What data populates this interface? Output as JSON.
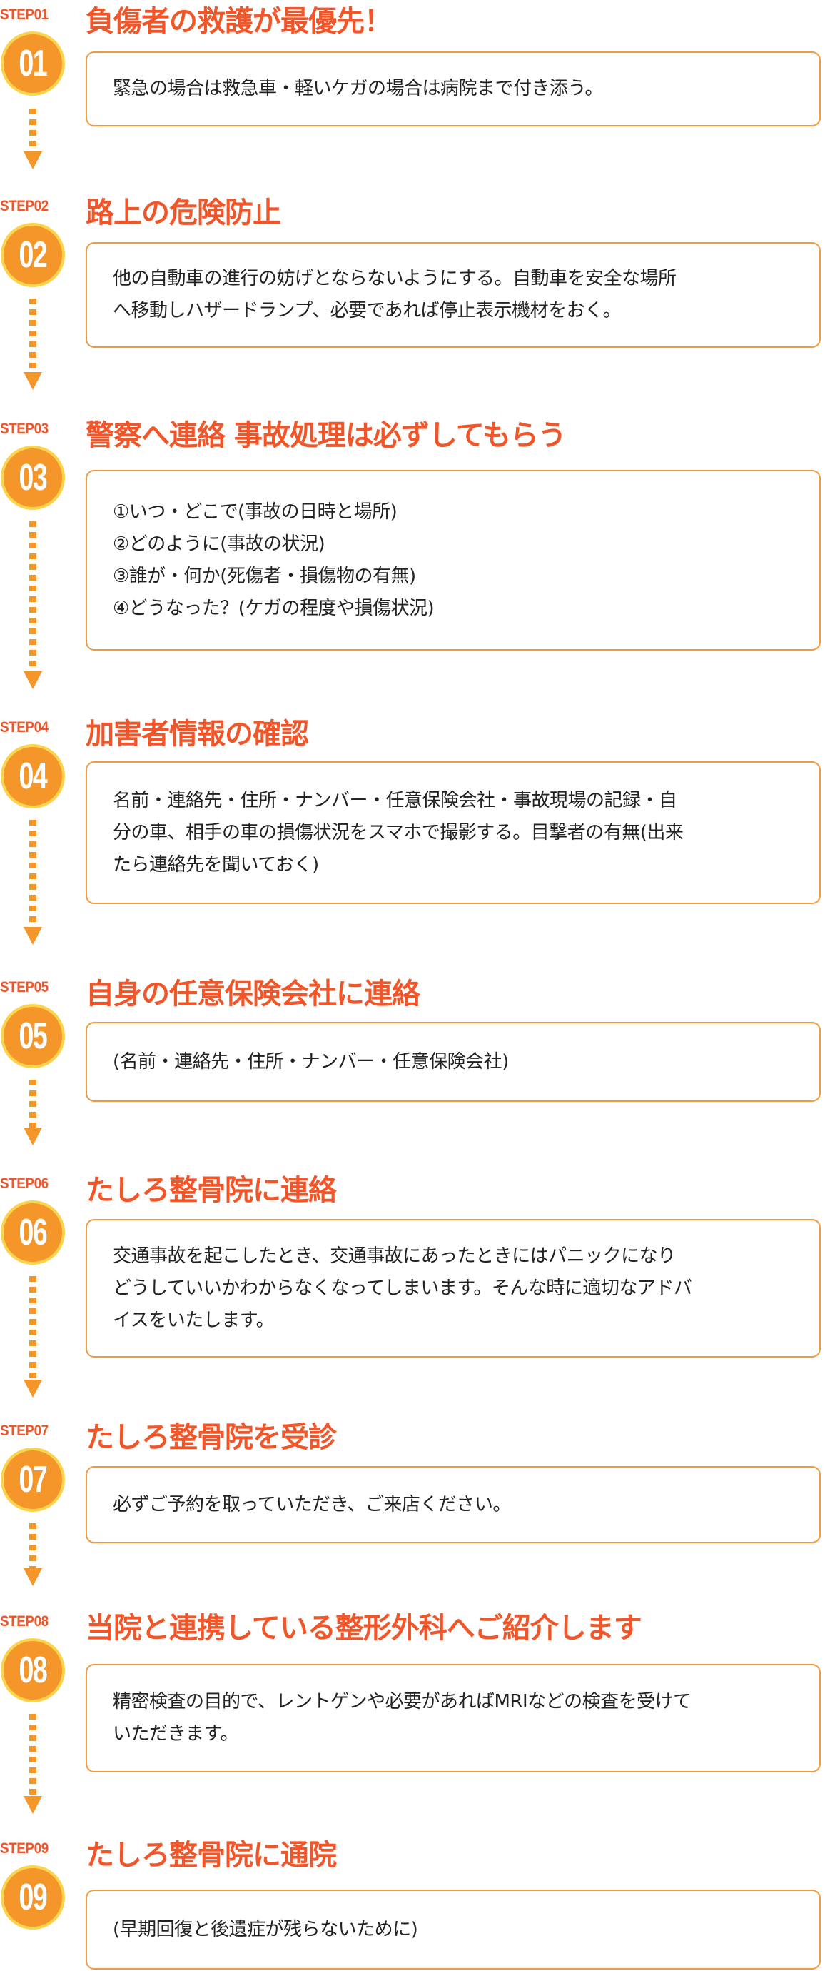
{
  "colors": {
    "title": "#F25528",
    "circle_fill": "#F4962A",
    "circle_ring": "#FAD44C",
    "box_border": "#F49A3C",
    "text": "#222222"
  },
  "steps": [
    {
      "label": "STEP01",
      "number": "01",
      "title": "負傷者の救護が最優先！",
      "lines": [
        "緊急の場合は救急車・軽いケガの場合は病院まで付き添う。"
      ]
    },
    {
      "label": "STEP02",
      "number": "02",
      "title": "路上の危険防止",
      "lines": [
        "他の自動車の進行の妨げとならないようにする。自動車を安全な場所",
        "へ移動しハザードランプ、必要であれば停止表示機材をおく。"
      ]
    },
    {
      "label": "STEP03",
      "number": "03",
      "title": "警察へ連絡 事故処理は必ずしてもらう",
      "lines": [
        "①いつ・どこで(事故の日時と場所)",
        "②どのように(事故の状況)",
        "③誰が・何か(死傷者・損傷物の有無)",
        "④どうなった？(ケガの程度や損傷状況)"
      ]
    },
    {
      "label": "STEP04",
      "number": "04",
      "title": "加害者情報の確認",
      "lines": [
        "名前・連絡先・住所・ナンバー・任意保険会社・事故現場の記録・自",
        "分の車、相手の車の損傷状況をスマホで撮影する。目撃者の有無(出来",
        "たら連絡先を聞いておく)"
      ]
    },
    {
      "label": "STEP05",
      "number": "05",
      "title": "自身の任意保険会社に連絡",
      "lines": [
        "(名前・連絡先・住所・ナンバー・任意保険会社)"
      ]
    },
    {
      "label": "STEP06",
      "number": "06",
      "title": "たしろ整骨院に連絡",
      "lines": [
        "交通事故を起こしたとき、交通事故にあったときにはパニックになり",
        "どうしていいかわからなくなってしまいます。そんな時に適切なアドバ",
        "イスをいたします。"
      ]
    },
    {
      "label": "STEP07",
      "number": "07",
      "title": "たしろ整骨院を受診",
      "lines": [
        "必ずご予約を取っていただき、ご来店ください。"
      ]
    },
    {
      "label": "STEP08",
      "number": "08",
      "title": "当院と連携している整形外科へご紹介します",
      "lines": [
        "精密検査の目的で、レントゲンや必要があればMRIなどの検査を受けて",
        "いただきます。"
      ]
    },
    {
      "label": "STEP09",
      "number": "09",
      "title": "たしろ整骨院に通院",
      "lines": [
        "(早期回復と後遺症が残らないために)"
      ]
    }
  ]
}
